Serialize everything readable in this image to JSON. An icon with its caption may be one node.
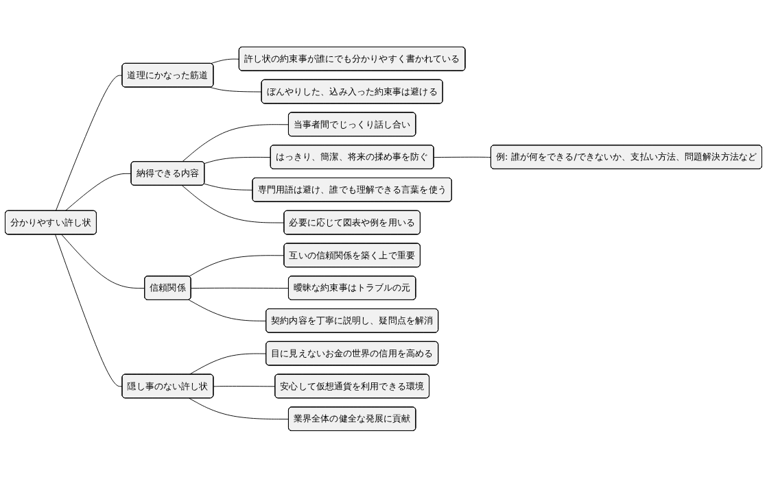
{
  "diagram": {
    "nodes": [
      {
        "text": [
          "分かりやすい許し状"
        ]
      },
      {
        "text": [
          "道理にかなった筋道"
        ]
      },
      {
        "text": [
          "許し状の約束事が誰にでも分かりやすく書かれている"
        ]
      },
      {
        "text": [
          "ぼんやりした、込み入った約束事は避ける"
        ]
      },
      {
        "text": [
          "納得できる内容"
        ]
      },
      {
        "text": [
          "当事者間でじっくり話し合い"
        ]
      },
      {
        "text": [
          "はっきり、簡潔、将来の揉め事を防ぐ"
        ]
      },
      {
        "text": [
          "例: 誰が何をできる/できないか、支払い方法、問題解決方法など"
        ]
      },
      {
        "text": [
          "専門用語は避け、誰でも理解できる言葉を使う"
        ]
      },
      {
        "text": [
          "必要に応じて図表や例を用いる"
        ]
      },
      {
        "text": [
          "信頼関係"
        ]
      },
      {
        "text": [
          "互いの信頼関係を築く上で重要"
        ]
      },
      {
        "text": [
          "曖昧な約束事はトラブルの元"
        ]
      },
      {
        "text": [
          "契約内容を丁寧に説明し、疑問点を解消"
        ]
      },
      {
        "text": [
          "隠し事のない許し状"
        ]
      },
      {
        "text": [
          "目に見えないお金の世界の信用を高める"
        ]
      },
      {
        "text": [
          "安心して仮想通貨を利用できる環境"
        ]
      },
      {
        "text": [
          "業界全体の健全な発展に貢献"
        ]
      }
    ],
    "edges": [
      {
        "from": 0,
        "to": 1,
        "arrow": "none"
      },
      {
        "from": 1,
        "to": 2,
        "arrow": "none"
      },
      {
        "from": 1,
        "to": 3,
        "arrow": "none"
      },
      {
        "from": 0,
        "to": 4,
        "arrow": "none"
      },
      {
        "from": 4,
        "to": 5,
        "arrow": "none"
      },
      {
        "from": 4,
        "to": 6,
        "arrow": "none"
      },
      {
        "from": 6,
        "to": 7,
        "arrow": "none"
      },
      {
        "from": 4,
        "to": 8,
        "arrow": "none"
      },
      {
        "from": 4,
        "to": 9,
        "arrow": "none"
      },
      {
        "from": 0,
        "to": 10,
        "arrow": "none"
      },
      {
        "from": 10,
        "to": 11,
        "arrow": "none"
      },
      {
        "from": 10,
        "to": 12,
        "arrow": "none"
      },
      {
        "from": 10,
        "to": 13,
        "arrow": "none"
      },
      {
        "from": 0,
        "to": 14,
        "arrow": "none"
      },
      {
        "from": 14,
        "to": 15,
        "arrow": "none"
      },
      {
        "from": 14,
        "to": 16,
        "arrow": "none"
      },
      {
        "from": 14,
        "to": 17,
        "arrow": "none"
      }
    ]
  }
}
